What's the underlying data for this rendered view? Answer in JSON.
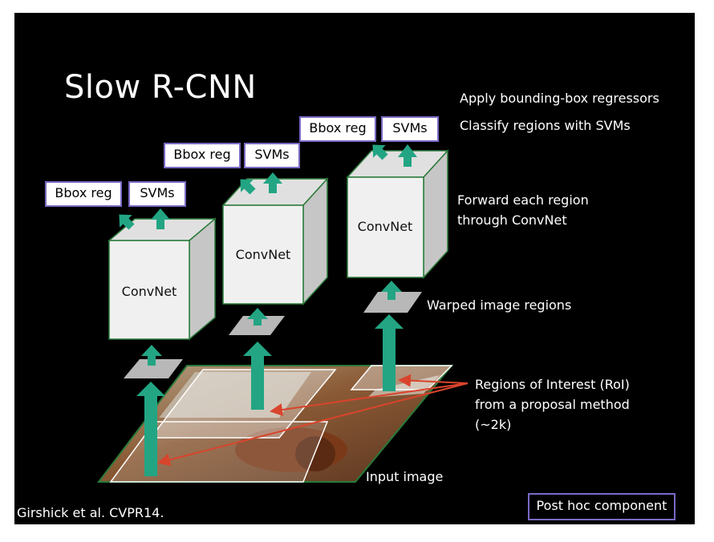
{
  "title": "Slow R-CNN",
  "stages": {
    "apply_regressors": "Apply bounding-box regressors",
    "classify": "Classify regions with SVMs",
    "forward_line1": "Forward each region",
    "forward_line2": "through ConvNet",
    "warped": "Warped image regions",
    "roi_line1": "Regions of Interest (RoI)",
    "roi_line2": "from a proposal method",
    "roi_line3": "(~2k)",
    "input": "Input image"
  },
  "networks": [
    {
      "label": "ConvNet",
      "bbox": "Bbox reg",
      "svm": "SVMs"
    },
    {
      "label": "ConvNet",
      "bbox": "Bbox reg",
      "svm": "SVMs"
    },
    {
      "label": "ConvNet",
      "bbox": "Bbox reg",
      "svm": "SVMs"
    }
  ],
  "citation": "Girshick et al. CVPR14.",
  "legend": "Post hoc component",
  "colors": {
    "arrow": "#23a584",
    "box_border": "#7b68c4",
    "roi_arrow": "#d9442c",
    "cube_front": "#f0f0f0",
    "background": "#000000"
  }
}
